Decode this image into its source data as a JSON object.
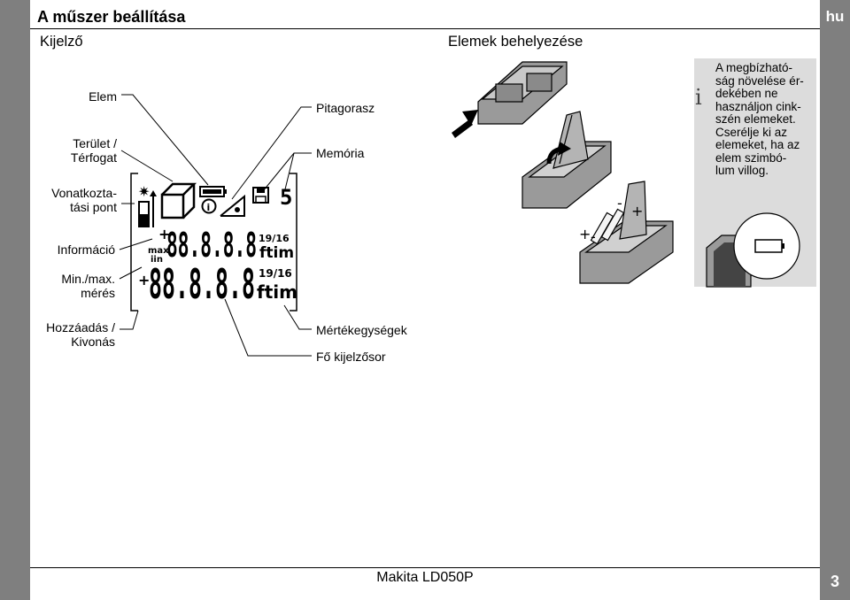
{
  "header": {
    "lang": "hu",
    "title": "A műszer beállítása",
    "section_display": "Kijelző",
    "section_battery": "Elemek behelyezése"
  },
  "display_labels": {
    "left": {
      "elem": "Elem",
      "area_volume": [
        "Terület /",
        "Térfogat"
      ],
      "reference": [
        "Vonatkozta-",
        "tási pont"
      ],
      "info": "Információ",
      "minmax": [
        "Min./max.",
        "mérés"
      ],
      "addsub": [
        "Hozzáadás /",
        "Kivonás"
      ]
    },
    "right": {
      "pythagoras": "Pitagorasz",
      "memory": "Memória",
      "units": "Mértékegységek",
      "main_line": "Fő kijelzősor"
    }
  },
  "lcd": {
    "digits_top": "88.8.8.8",
    "digits_main": "88.8.8.8",
    "unit": "ftim",
    "frac": "19/16",
    "max": "max",
    "min": "iin",
    "plus": "+",
    "memory_digit": "5"
  },
  "info_note": {
    "icon": "i",
    "lines": [
      "A megbízható-",
      "ság növelése ér-",
      "dekében ne",
      "használjon cink-",
      "szén elemeket.",
      "Cserélje ki az",
      "elemeket, ha az",
      "elem szimbó-",
      "lum villog."
    ]
  },
  "footer": {
    "model": "Makita LD050P",
    "page": "3"
  },
  "colors": {
    "strip": "#7f7f7f",
    "info_box": "#dcdcdc",
    "device": "#9a9a9a"
  }
}
